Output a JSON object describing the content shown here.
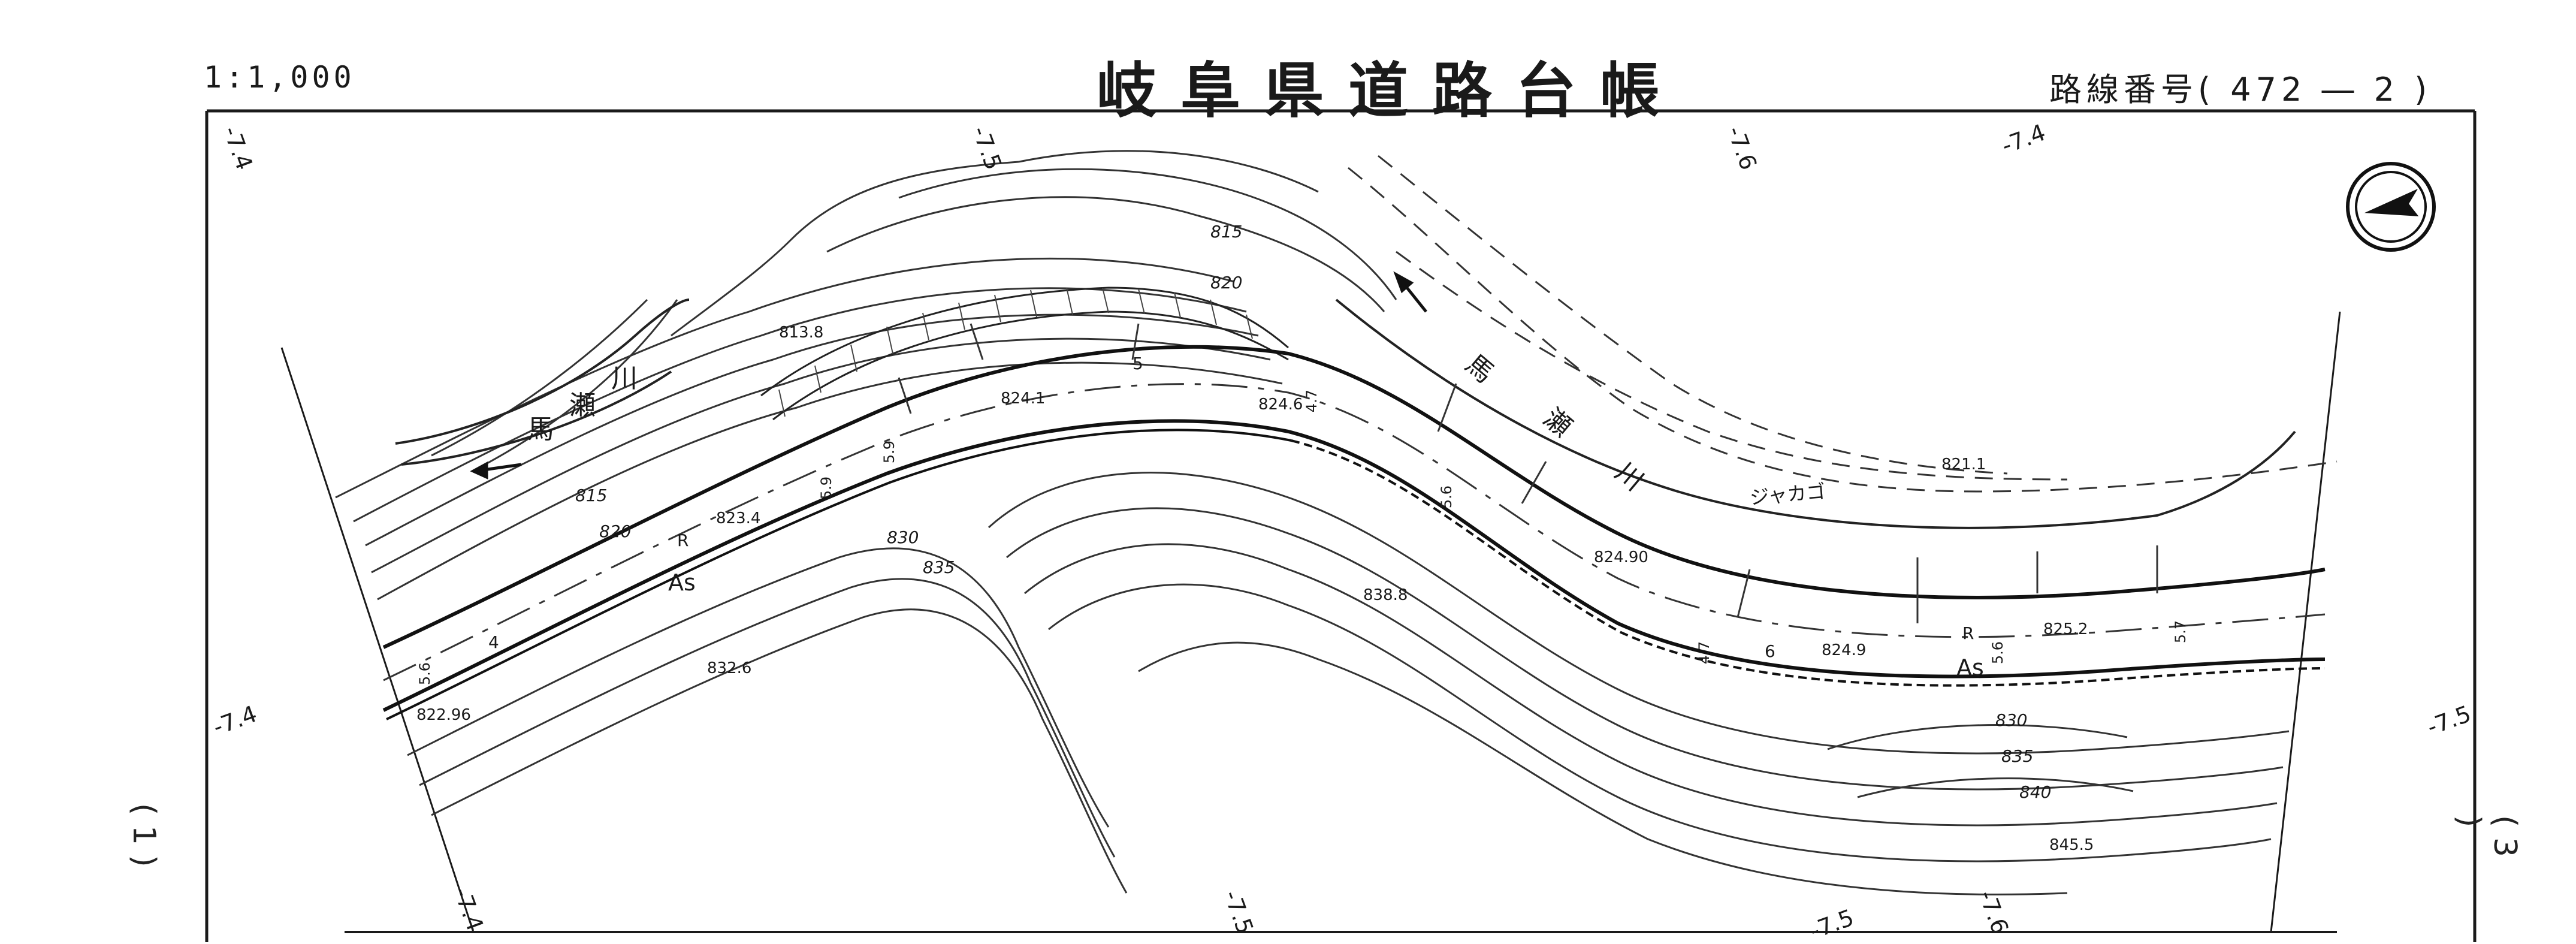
{
  "header": {
    "scale": "1:1,000",
    "title": "岐阜県道路台帳",
    "route_number": "路線番号( 472 ― 2 )"
  },
  "map": {
    "contour_labels": [
      "815",
      "820",
      "815",
      "820",
      "830",
      "835",
      "830",
      "835",
      "840",
      "845.5"
    ],
    "spot_elevations": [
      "813.8",
      "824.1",
      "824.6",
      "823.4",
      "838.8",
      "832.6",
      "822.96",
      "824.90",
      "824.9",
      "825.2",
      "821.1"
    ],
    "river_labels": [
      "馬",
      "瀬",
      "川",
      "馬",
      "瀬",
      "川"
    ],
    "place_label": "ジャカゴ",
    "surface_labels": [
      "As",
      "As",
      "R",
      "R"
    ],
    "width_labels": [
      "4",
      "5",
      "6",
      "5.6",
      "5.9",
      "5.9",
      "4.7",
      "5.6",
      "5.6",
      "4.7",
      "5.7"
    ],
    "edge_labels": [
      "-7.4",
      "-7.5",
      "-7.6",
      "-7.4",
      "-7.4",
      "-7.5",
      "-7.4",
      "-7.5",
      "-7.5",
      "-7.6"
    ],
    "side_marks": {
      "left_bracket": "( 1 )",
      "right_bracket": "( 3 )"
    },
    "north_icon": "north-arrow-icon"
  }
}
